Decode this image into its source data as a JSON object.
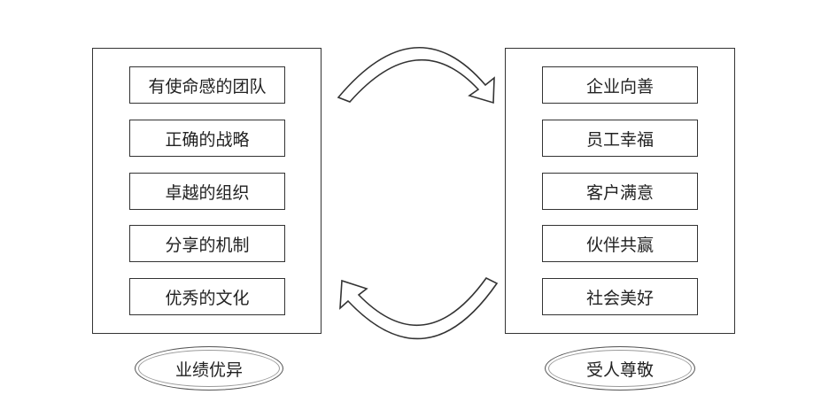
{
  "left": {
    "items": [
      "有使命感的团队",
      "正确的战略",
      "卓越的组织",
      "分享的机制",
      "优秀的文化"
    ],
    "label": "业绩优异"
  },
  "right": {
    "items": [
      "企业向善",
      "员工幸福",
      "客户满意",
      "伙伴共赢",
      "社会美好"
    ],
    "label": "受人尊敬"
  },
  "colors": {
    "border": "#333333",
    "background": "#ffffff",
    "text": "#222222"
  }
}
